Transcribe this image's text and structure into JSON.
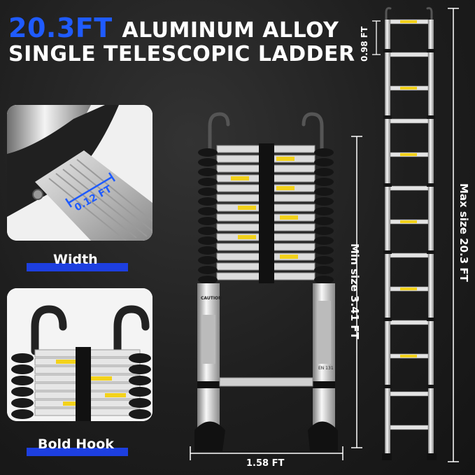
{
  "headline": {
    "size": "20.3FT",
    "line1_rest": "ALUMINUM ALLOY",
    "line2": "SINGLE TELESCOPIC LADDER"
  },
  "width_panel": {
    "measure": "0.12 FT",
    "label": "Width"
  },
  "hook_panel": {
    "label": "Bold Hook"
  },
  "dimensions": {
    "base_width": "1.58 FT",
    "min_size": "Min size 3.41 FT",
    "max_size": "Max size 20.3 FT",
    "rung_spacing": "0.98 FT"
  },
  "ladder_labels": {
    "caution": "CAUTION",
    "standard": "EN 131"
  },
  "colors": {
    "accent_blue": "#1f5bff",
    "label_bar": "#1d3fe0",
    "background": "#1a1a1a",
    "warning_yellow": "#f3d21b"
  }
}
